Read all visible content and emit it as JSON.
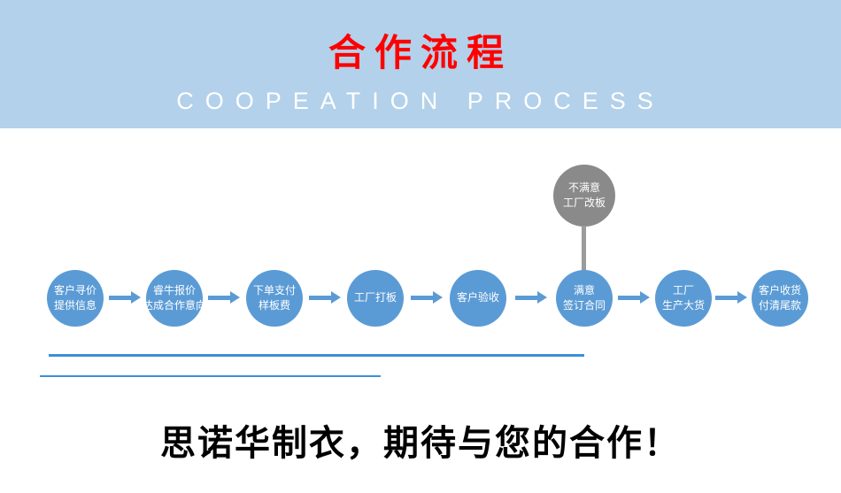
{
  "banner": {
    "title": "合作流程",
    "subtitle": "COOPEATION PROCESS",
    "bg_color": "#b3d1ea",
    "title_color": "#ff0000",
    "subtitle_color": "#ffffff"
  },
  "flow": {
    "circle_color": "#5b9bd5",
    "alt_circle_color": "#8a8a8a",
    "arrow_color": "#5b9bd5",
    "steps": [
      {
        "lines": [
          "客户寻价",
          "提供信息"
        ]
      },
      {
        "lines": [
          "睿牛报价",
          "达成合作意向"
        ]
      },
      {
        "lines": [
          "下单支付",
          "样板费"
        ]
      },
      {
        "lines": [
          "工厂打板"
        ]
      },
      {
        "lines": [
          "客户验收"
        ]
      },
      {
        "lines": [
          "满意",
          "签订合同"
        ]
      },
      {
        "lines": [
          "工厂",
          "生产大货"
        ]
      },
      {
        "lines": [
          "客户收货",
          "付清尾款"
        ]
      }
    ],
    "alt_step": {
      "lines": [
        "不满意",
        "工厂改板"
      ]
    }
  },
  "footer": {
    "slogan": "思诺华制衣，期待与您的合作！",
    "line_color": "#3d8fd8"
  }
}
